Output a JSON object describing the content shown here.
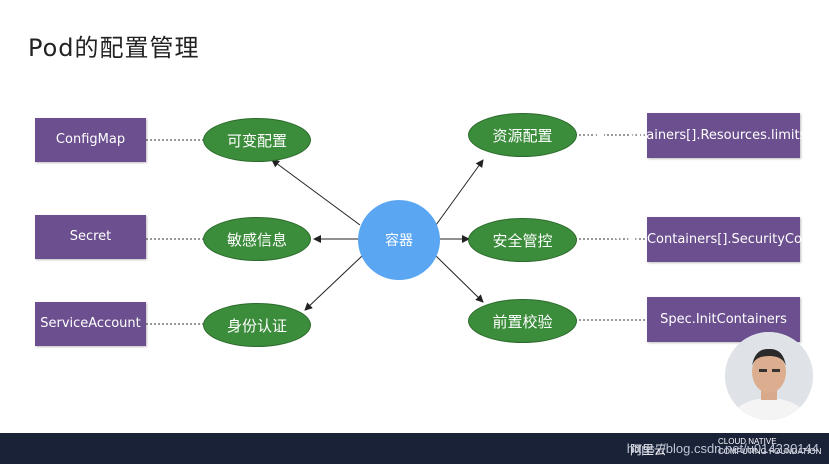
{
  "title": "Pod的配置管理",
  "center": {
    "label": "容器"
  },
  "left": [
    {
      "oval": "可变配置",
      "box": "ConfigMap"
    },
    {
      "oval": "敏感信息",
      "box": "Secret"
    },
    {
      "oval": "身份认证",
      "box": "ServiceAccount"
    }
  ],
  "right": [
    {
      "oval": "资源配置",
      "box": "Spec.Containers[].Resources.limits/requests"
    },
    {
      "oval": "安全管控",
      "box": "Spec.Containers[].SecurityContext"
    },
    {
      "oval": "前置校验",
      "box": "Spec.InitContainers"
    }
  ],
  "footer": {
    "url": "https://blog.csdn.net/u014230144",
    "brand": "阿里云",
    "brand2_line1": "CLOUD NATIVE",
    "brand2_line2": "COMPUTING FOUNDATION"
  },
  "colors": {
    "box": "#6b4f8f",
    "oval": "#3b8c3b",
    "center": "#5aa6f2",
    "footer": "#1a2238"
  }
}
